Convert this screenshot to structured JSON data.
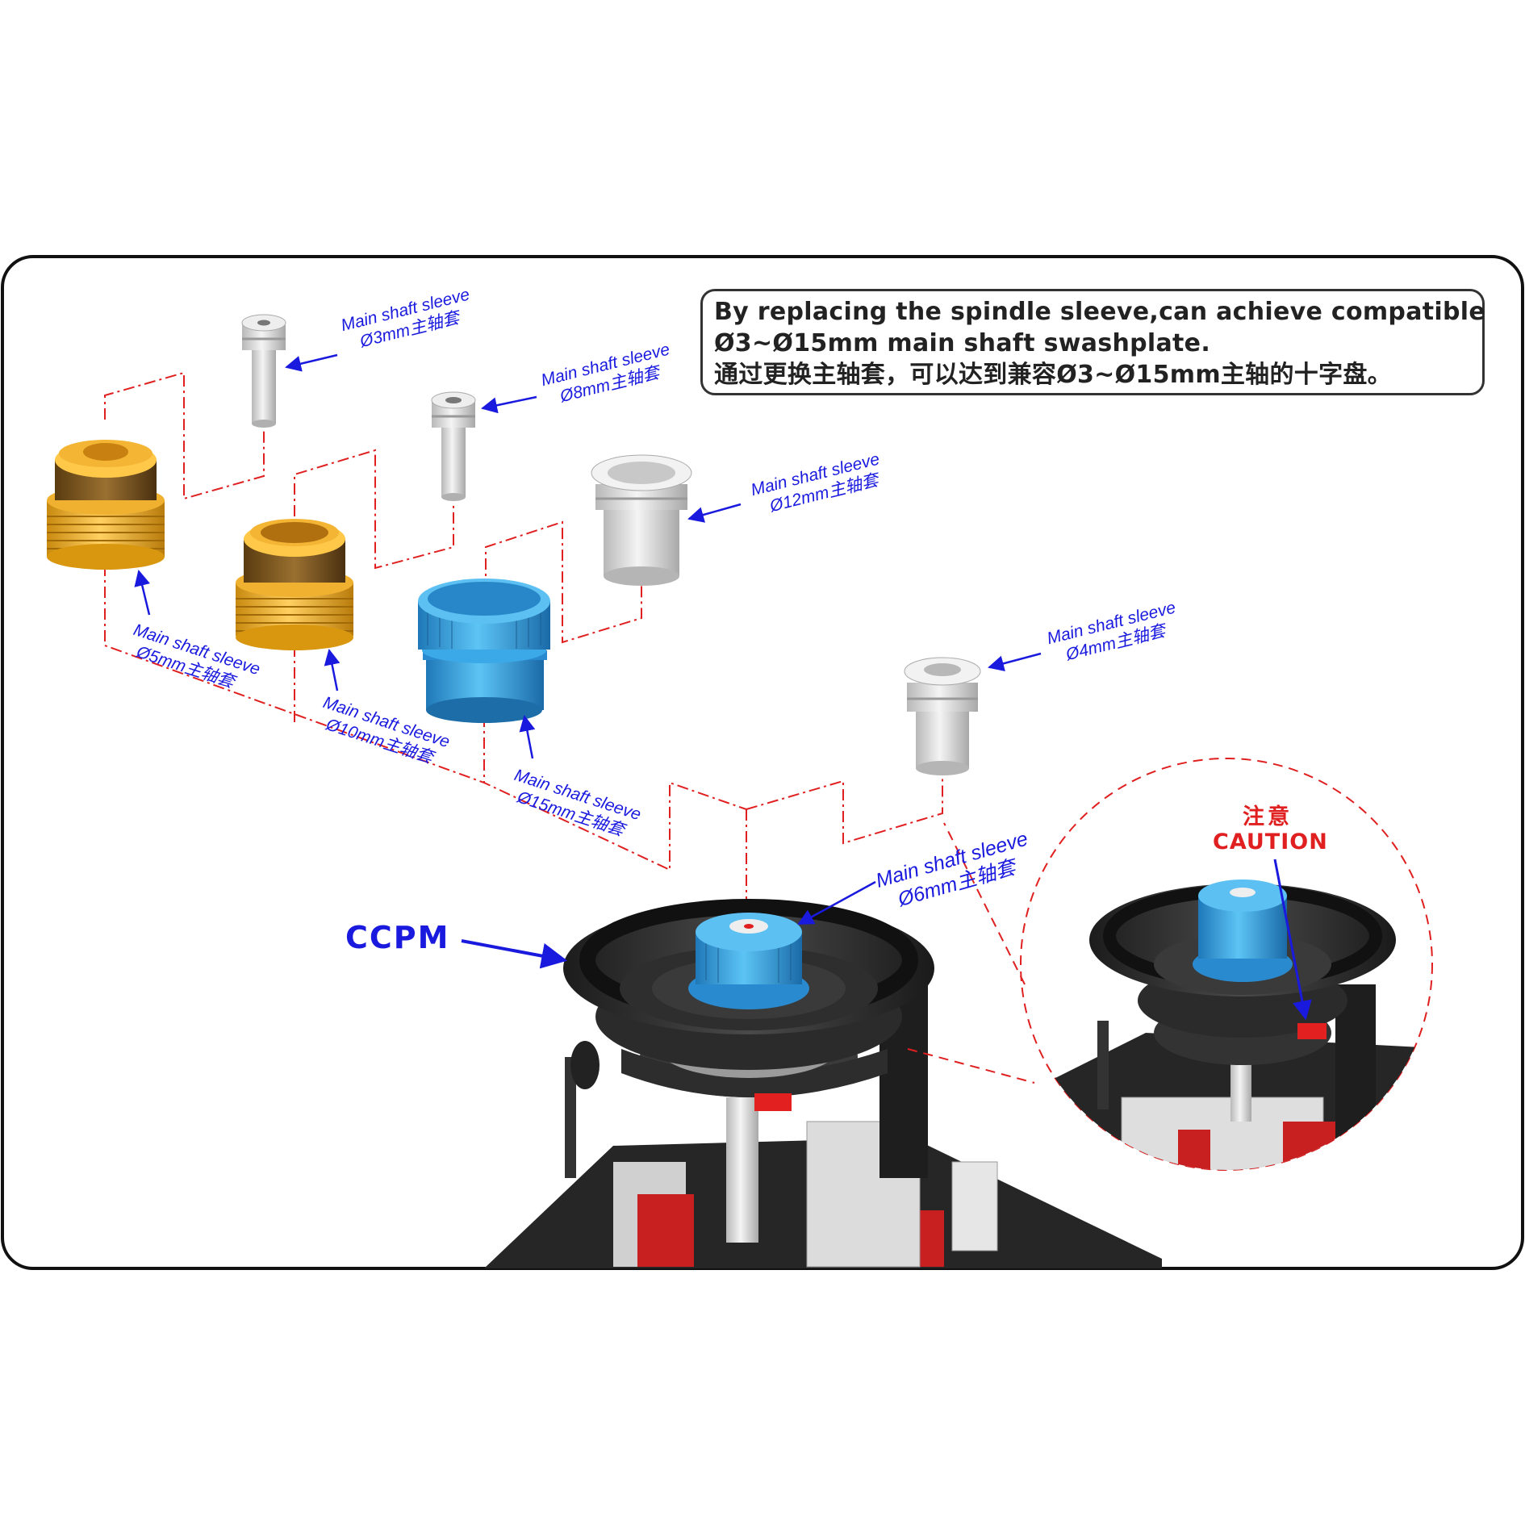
{
  "info": {
    "line1": "By replacing the spindle sleeve,can achieve compatible",
    "line2": "Ø3~Ø15mm main shaft swashplate.",
    "line3": "通过更换主轴套，可以达到兼容Ø3~Ø15mm主轴的十字盘。"
  },
  "callouts": {
    "sleeve_3mm": {
      "en": "Main shaft sleeve",
      "cn": "Ø3mm主轴套"
    },
    "sleeve_8mm": {
      "en": "Main shaft sleeve",
      "cn": "Ø8mm主轴套"
    },
    "sleeve_12mm": {
      "en": "Main shaft sleeve",
      "cn": "Ø12mm主轴套"
    },
    "sleeve_4mm": {
      "en": "Main shaft sleeve",
      "cn": "Ø4mm主轴套"
    },
    "sleeve_5mm": {
      "en": "Main shaft sleeve",
      "cn": "Ø5mm主轴套"
    },
    "sleeve_10mm": {
      "en": "Main shaft sleeve",
      "cn": "Ø10mm主轴套"
    },
    "sleeve_15mm": {
      "en": "Main shaft sleeve",
      "cn": "Ø15mm主轴套"
    },
    "sleeve_6mm": {
      "en": "Main shaft sleeve",
      "cn": "Ø6mm主轴套"
    }
  },
  "ccpm_label": "CCPM",
  "caution": {
    "cn": "注意",
    "en": "CAUTION"
  },
  "colors": {
    "callout_blue": "#1a1adf",
    "dash_red": "#e02020",
    "gold": "#e8a21a",
    "blue_anodized": "#2f9fe0",
    "silver": "#d8d8d8",
    "dark_plastic": "#2a2a2a"
  },
  "icons": [
    "callout-arrow-icon",
    "ccpm-arrow-icon",
    "caution-arrow-icon"
  ]
}
